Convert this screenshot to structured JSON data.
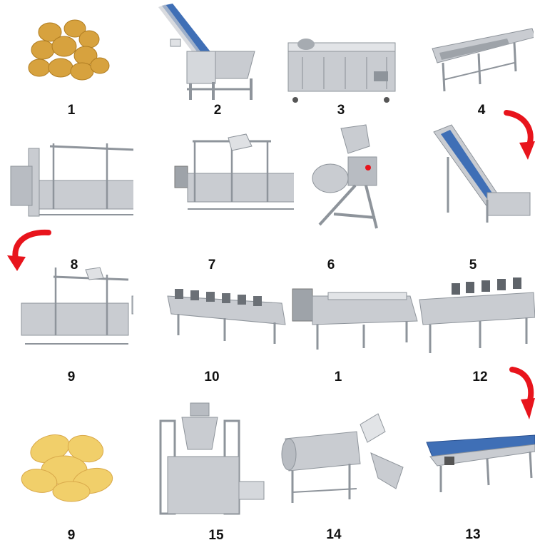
{
  "steps": [
    {
      "label": "1",
      "item": "potatoes"
    },
    {
      "label": "2",
      "item": "elevator-washer"
    },
    {
      "label": "3",
      "item": "brush-washing-peeler"
    },
    {
      "label": "4",
      "item": "picking-conveyor"
    },
    {
      "label": "5",
      "item": "incline-elevator"
    },
    {
      "label": "6",
      "item": "slicer"
    },
    {
      "label": "7",
      "item": "rinsing-machine"
    },
    {
      "label": "8",
      "item": "blancher"
    },
    {
      "label": "9",
      "item": "cooling-tank"
    },
    {
      "label": "10",
      "item": "vibration-dewatering"
    },
    {
      "label": "1",
      "item": "fryer"
    },
    {
      "label": "12",
      "item": "de-oiling-line"
    },
    {
      "label": "13",
      "item": "flat-conveyor"
    },
    {
      "label": "14",
      "item": "seasoning-drum"
    },
    {
      "label": "15",
      "item": "packing-machine"
    },
    {
      "label": "9",
      "item": "potato-chips"
    }
  ],
  "colors": {
    "steel": "#c9ccd1",
    "steel_dark": "#8e949b",
    "belt": "#3f6fb6",
    "arrow": "#e8141c",
    "potato": "#d9a441",
    "chip": "#f1cf6a"
  }
}
